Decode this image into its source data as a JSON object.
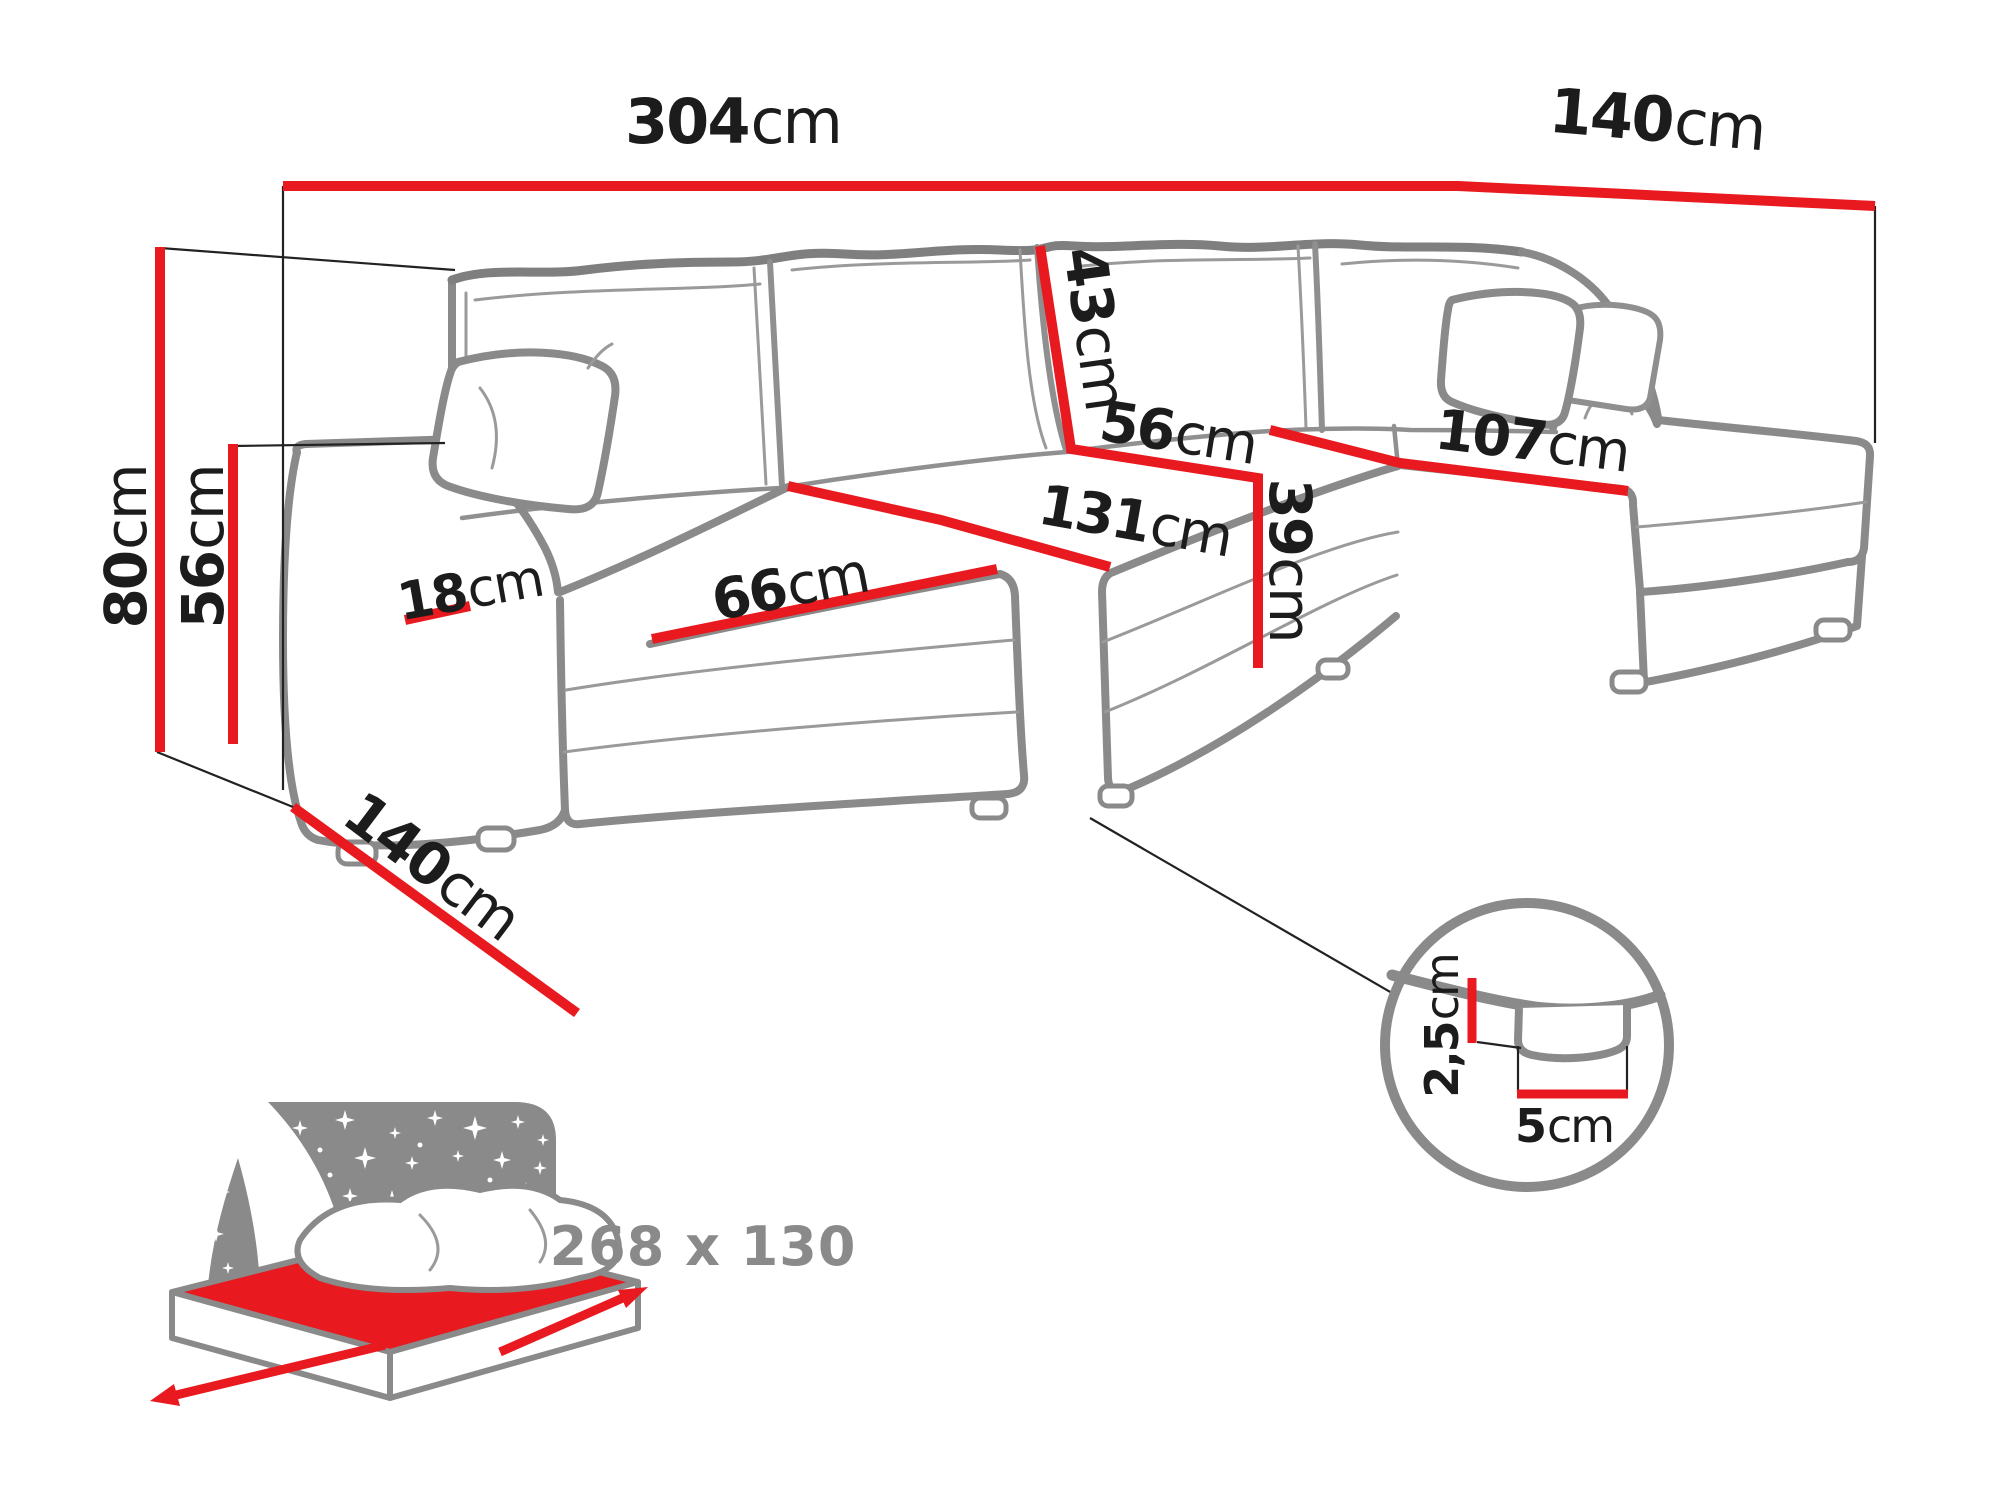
{
  "title": "Corner sofa dimensions diagram",
  "labels": {
    "total_width": {
      "value": "304",
      "unit": "cm"
    },
    "top_depth_right": {
      "value": "140",
      "unit": "cm"
    },
    "height_total": {
      "value": "80",
      "unit": "cm"
    },
    "armrest_height": {
      "value": "56",
      "unit": "cm"
    },
    "backrest_height": {
      "value": "43",
      "unit": "cm"
    },
    "seat_depth": {
      "value": "56",
      "unit": "cm"
    },
    "chaise_length_right": {
      "value": "107",
      "unit": "cm"
    },
    "middle_seat_width": {
      "value": "131",
      "unit": "cm"
    },
    "seat_height": {
      "value": "39",
      "unit": "cm"
    },
    "chaise_seat_width": {
      "value": "66",
      "unit": "cm"
    },
    "armrest_width": {
      "value": "18",
      "unit": "cm"
    },
    "bottom_depth_left": {
      "value": "140",
      "unit": "cm"
    },
    "leg_height": {
      "value": "2,5",
      "unit": "cm"
    },
    "leg_width": {
      "value": "5",
      "unit": "cm"
    },
    "sleeping_area": {
      "value": "268 x 130",
      "unit": ""
    }
  },
  "colors": {
    "dimension_line_red": "#e8191f",
    "sofa_outline_gray": "#8a8a8a",
    "label_text_black": "#1c1c1c",
    "sleeping_text_gray": "#8a8a8a",
    "background": "#ffffff"
  },
  "icons": {
    "sleeping_function_icon": "night-sky-stars-mattress",
    "leg_detail_icon": "magnified-circle-sofa-leg"
  }
}
